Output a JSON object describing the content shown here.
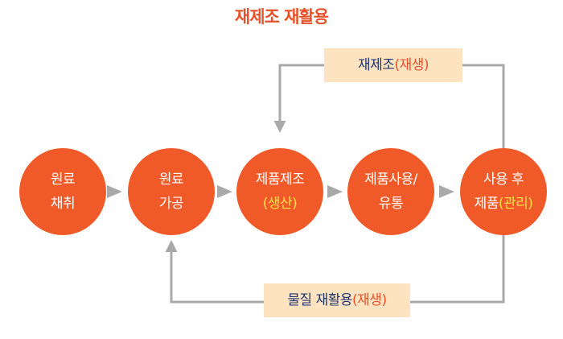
{
  "title": "재제조 재활용",
  "colors": {
    "title": "#e8502a",
    "circle": "#f05a28",
    "circle_text": "#ffffff",
    "highlight": "#ffe14a",
    "box_fill": "#fde3c0",
    "box_text_dark": "#1f3570",
    "box_text_accent": "#e8502a",
    "arrow": "#a9a9a9"
  },
  "steps": [
    {
      "line1": "원료",
      "line2": "채취",
      "line2_note": ""
    },
    {
      "line1": "원료",
      "line2": "가공",
      "line2_note": ""
    },
    {
      "line1": "제품제조",
      "line2": "",
      "line2_note": "(생산)"
    },
    {
      "line1": "제품사용/",
      "line2": "유통",
      "line2_note": ""
    },
    {
      "line1": "사용 후",
      "line2": "제품",
      "line2_note": "(관리)"
    }
  ],
  "loops": {
    "top": {
      "main": "재제조",
      "note": "(재생)"
    },
    "bottom": {
      "main": "물질 재활용",
      "note": "(재생)"
    }
  }
}
